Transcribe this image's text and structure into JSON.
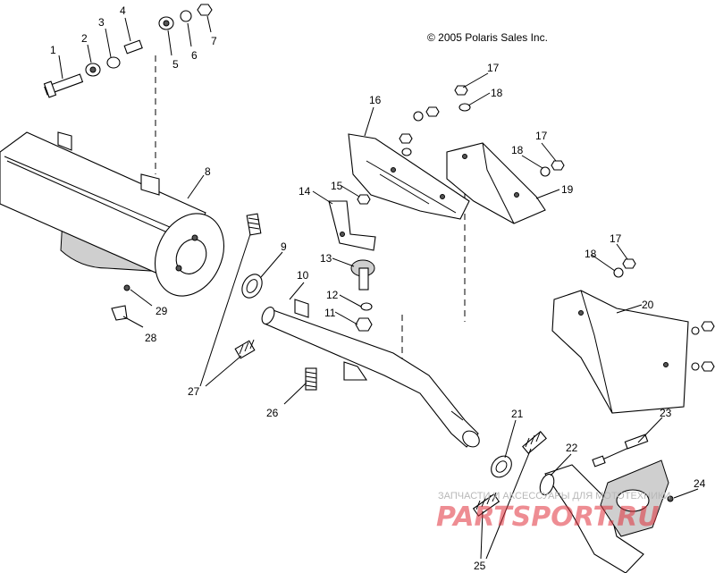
{
  "copyright": "© 2005 Polaris Sales Inc.",
  "watermark": {
    "line1": "ЗАПЧАСТИ И АКСЕССУАРЫ ДЛЯ МОТОТЕХНИКИ",
    "line2": "PARTSPORT.RU"
  },
  "callouts": {
    "c1": "1",
    "c2": "2",
    "c3": "3",
    "c4": "4",
    "c5": "5",
    "c6": "6",
    "c7": "7",
    "c8": "8",
    "c9": "9",
    "c10": "10",
    "c11": "11",
    "c12": "12",
    "c13": "13",
    "c14": "14",
    "c15": "15",
    "c16": "16",
    "c17a": "17",
    "c17b": "17",
    "c17c": "17",
    "c18a": "18",
    "c18b": "18",
    "c18c": "18",
    "c19": "19",
    "c20": "20",
    "c21": "21",
    "c22": "22",
    "c23": "23",
    "c24": "24",
    "c25": "25",
    "c26": "26",
    "c27": "27",
    "c28": "28",
    "c29": "29"
  }
}
